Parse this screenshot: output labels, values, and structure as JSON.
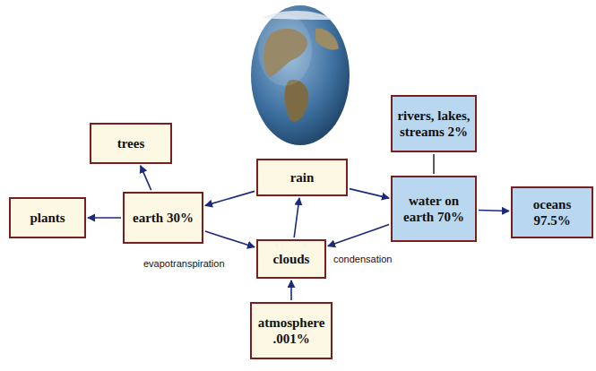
{
  "diagram": {
    "nodes": [
      {
        "text": [
          "trees"
        ]
      },
      {
        "text": [
          "rivers, lakes, streams 2%"
        ]
      },
      {
        "text": [
          "rain"
        ]
      },
      {
        "text": [
          "plants"
        ]
      },
      {
        "text": [
          "earth 30%"
        ]
      },
      {
        "text": [
          "water on earth 70%"
        ]
      },
      {
        "text": [
          "oceans 97.5%"
        ]
      },
      {
        "text": [
          "clouds"
        ]
      },
      {
        "text": [
          "atmosphere .001%"
        ]
      }
    ],
    "edges": [
      {
        "from": 4,
        "to": 0,
        "arrow": "to"
      },
      {
        "from": 4,
        "to": 3,
        "arrow": "to"
      },
      {
        "from": 2,
        "to": 4,
        "arrow": "to"
      },
      {
        "from": 2,
        "to": 5,
        "arrow": "to"
      },
      {
        "from": 4,
        "to": 7,
        "label": "evapotranspiration",
        "arrow": "to"
      },
      {
        "from": 5,
        "to": 7,
        "label": "condensation",
        "arrow": "to"
      },
      {
        "from": 7,
        "to": 2,
        "arrow": "to"
      },
      {
        "from": 8,
        "to": 7,
        "arrow": "to"
      },
      {
        "from": 5,
        "to": 6,
        "arrow": "to"
      },
      {
        "from": 1,
        "to": 5,
        "arrow": "none"
      }
    ]
  }
}
